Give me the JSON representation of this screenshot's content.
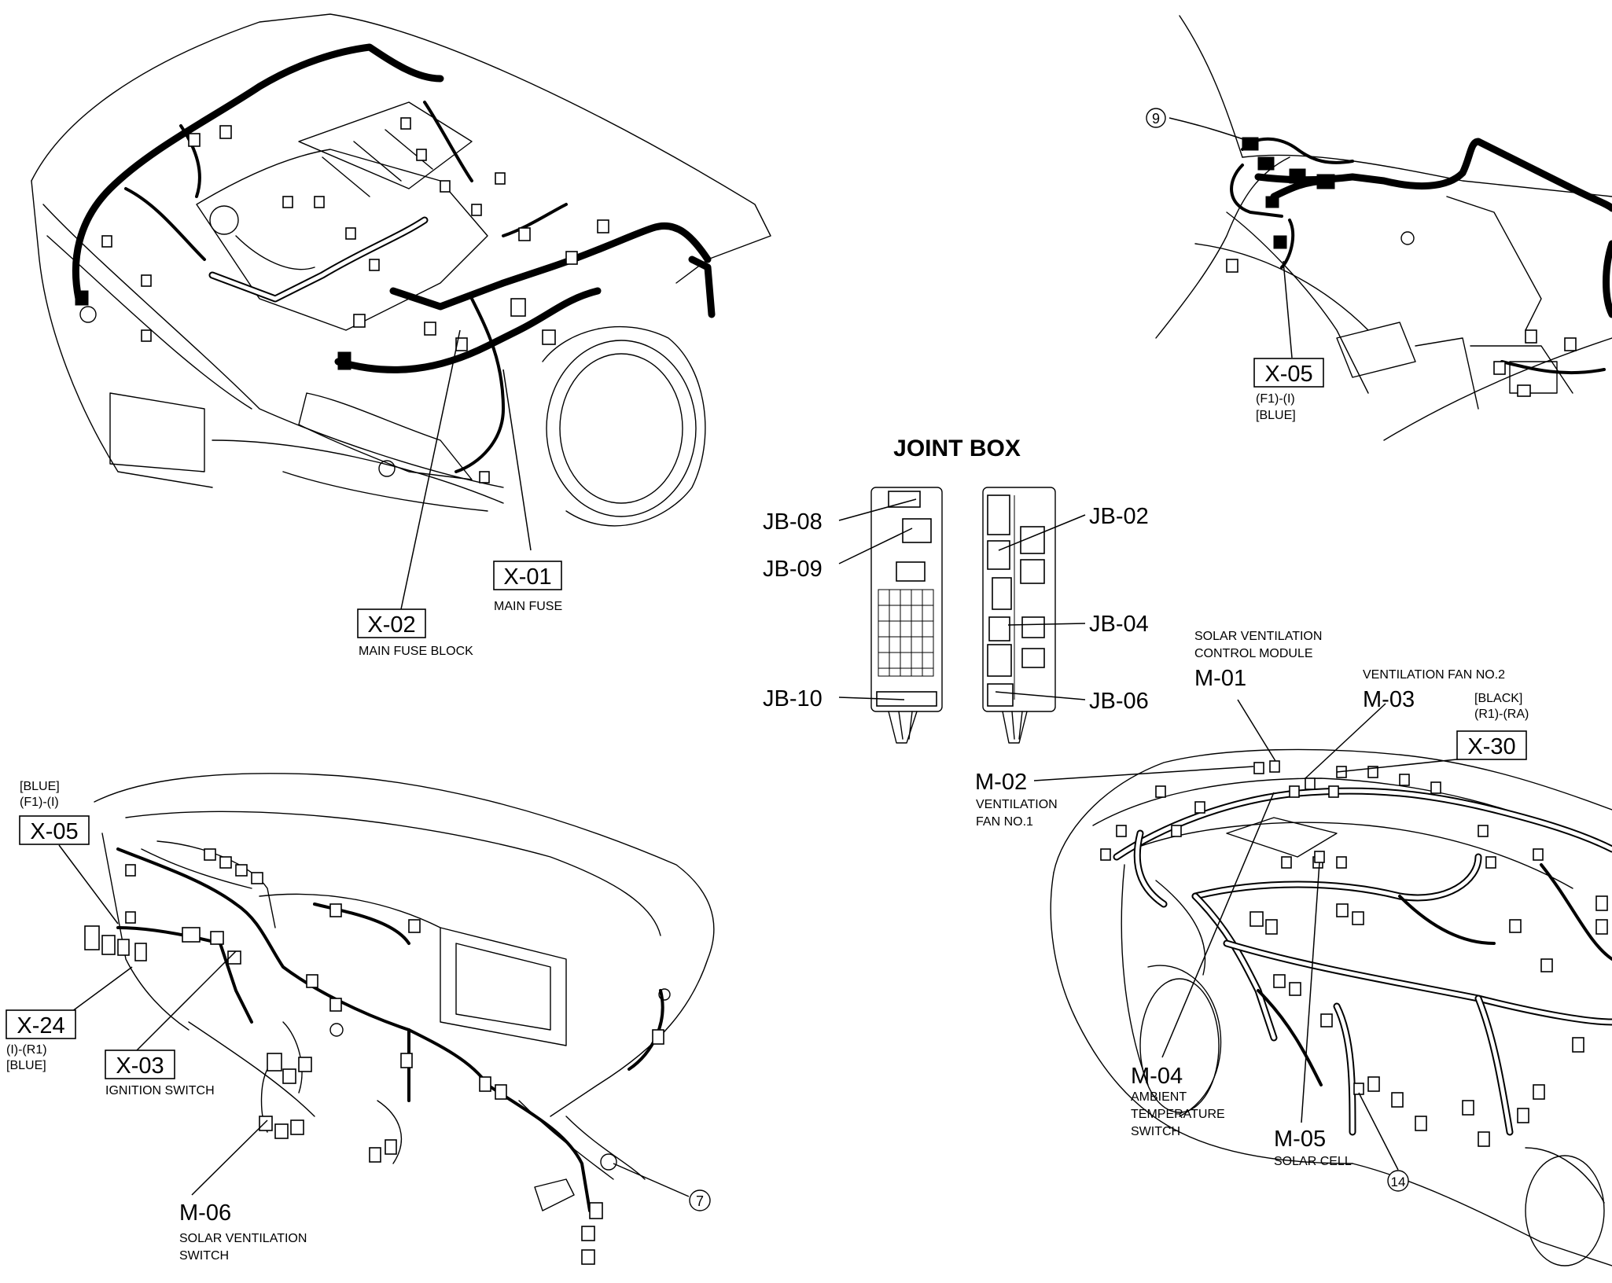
{
  "joint_box": {
    "title": "JOINT BOX",
    "left_labels": [
      "JB-08",
      "JB-09",
      "JB-10"
    ],
    "right_labels": [
      "JB-02",
      "JB-04",
      "JB-06"
    ]
  },
  "engine_bay": {
    "x01": {
      "code": "X-01",
      "desc": "MAIN FUSE"
    },
    "x02": {
      "code": "X-02",
      "desc": "MAIN FUSE BLOCK"
    }
  },
  "interior_top": {
    "callout_9": "9",
    "x05": {
      "code": "X-05",
      "spec": "(F1)-(I)",
      "color": "[BLUE]"
    }
  },
  "dashboard": {
    "x05": {
      "code": "X-05",
      "color": "[BLUE]",
      "spec": "(F1)-(I)"
    },
    "x24": {
      "code": "X-24",
      "spec": "(I)-(R1)",
      "color": "[BLUE]"
    },
    "x03": {
      "code": "X-03",
      "desc": "IGNITION SWITCH"
    },
    "m06": {
      "code": "M-06",
      "desc1": "SOLAR VENTILATION",
      "desc2": "SWITCH"
    },
    "callout_7": "7"
  },
  "body": {
    "m01": {
      "code": "M-01",
      "desc1": "SOLAR VENTILATION",
      "desc2": "CONTROL MODULE"
    },
    "m03": {
      "code": "M-03",
      "desc": "VENTILATION FAN NO.2"
    },
    "x30": {
      "code": "X-30",
      "color": "[BLACK]",
      "spec": "(R1)-(RA)"
    },
    "m02": {
      "code": "M-02",
      "desc1": "VENTILATION",
      "desc2": "FAN NO.1"
    },
    "m04": {
      "code": "M-04",
      "desc1": "AMBIENT",
      "desc2": "TEMPERATURE",
      "desc3": "SWITCH"
    },
    "m05": {
      "code": "M-05",
      "desc": "SOLAR CELL"
    },
    "callout_14": "14"
  }
}
